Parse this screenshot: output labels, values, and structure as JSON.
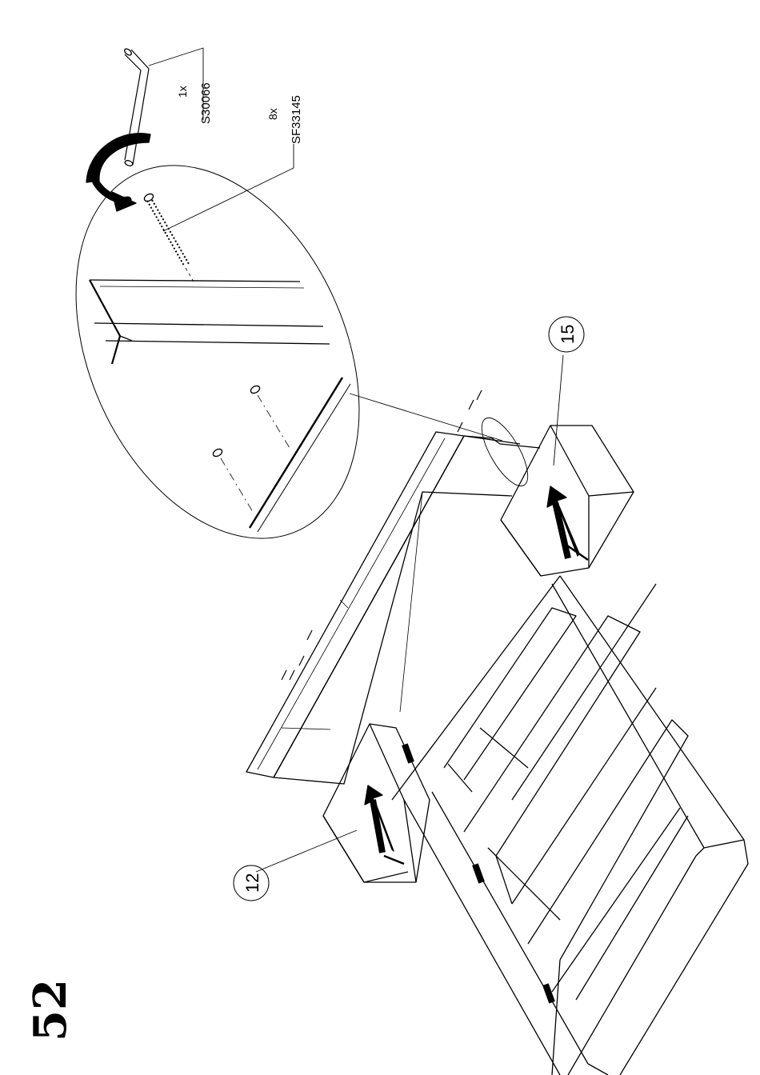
{
  "step_number": "52",
  "parts": [
    {
      "quantity": "1x",
      "code": "S30066"
    },
    {
      "quantity": "8x",
      "code": "SF33145"
    }
  ],
  "callouts": [
    {
      "label": "12"
    },
    {
      "label": "15"
    }
  ]
}
